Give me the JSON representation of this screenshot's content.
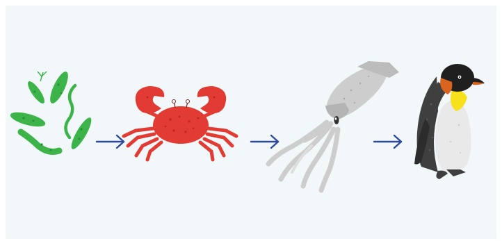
{
  "diagram": {
    "type": "food-chain",
    "nodes": [
      {
        "id": "plankton",
        "icon": "plankton-icon"
      },
      {
        "id": "crab",
        "icon": "crab-icon"
      },
      {
        "id": "squid",
        "icon": "squid-icon"
      },
      {
        "id": "penguin",
        "icon": "penguin-icon"
      }
    ],
    "arrows": [
      {
        "from": "plankton",
        "to": "crab"
      },
      {
        "from": "crab",
        "to": "squid"
      },
      {
        "from": "squid",
        "to": "penguin"
      }
    ]
  },
  "colors": {
    "background": "#f2f7fa",
    "plankton": "#3cb449",
    "crab": "#e23b33",
    "squid": "#cdcdcd",
    "penguin_body": "#3f3f3f",
    "penguin_belly": "#e9e9e9",
    "penguin_neck": "#f6e11b",
    "penguin_cheek": "#d8641e",
    "arrow": "#2e4a9c"
  }
}
